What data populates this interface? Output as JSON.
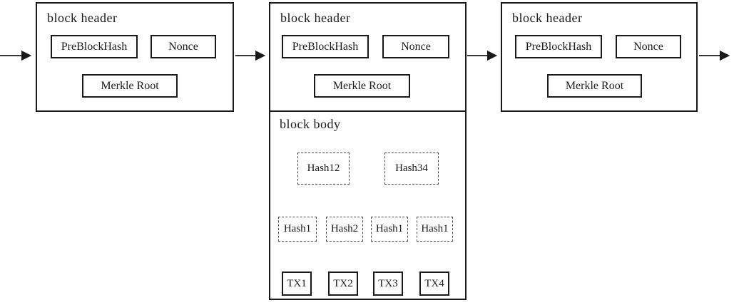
{
  "blocks": {
    "left": {
      "header_label": "block header",
      "pre_block_hash": "PreBlockHash",
      "nonce": "Nonce",
      "merkle_root": "Merkle Root"
    },
    "middle": {
      "header_label": "block header",
      "body_label": "block body",
      "pre_block_hash": "PreBlockHash",
      "nonce": "Nonce",
      "merkle_root": "Merkle Root",
      "merkle_tree": {
        "parents": [
          "Hash12",
          "Hash34"
        ],
        "leaves": [
          "Hash1",
          "Hash2",
          "Hash1",
          "Hash1"
        ],
        "transactions": [
          "TX1",
          "TX2",
          "TX3",
          "TX4"
        ]
      }
    },
    "right": {
      "header_label": "block header",
      "pre_block_hash": "PreBlockHash",
      "nonce": "Nonce",
      "merkle_root": "Merkle Root"
    }
  },
  "colors": {
    "line": "#1a1a1a",
    "background": "#ffffff"
  }
}
